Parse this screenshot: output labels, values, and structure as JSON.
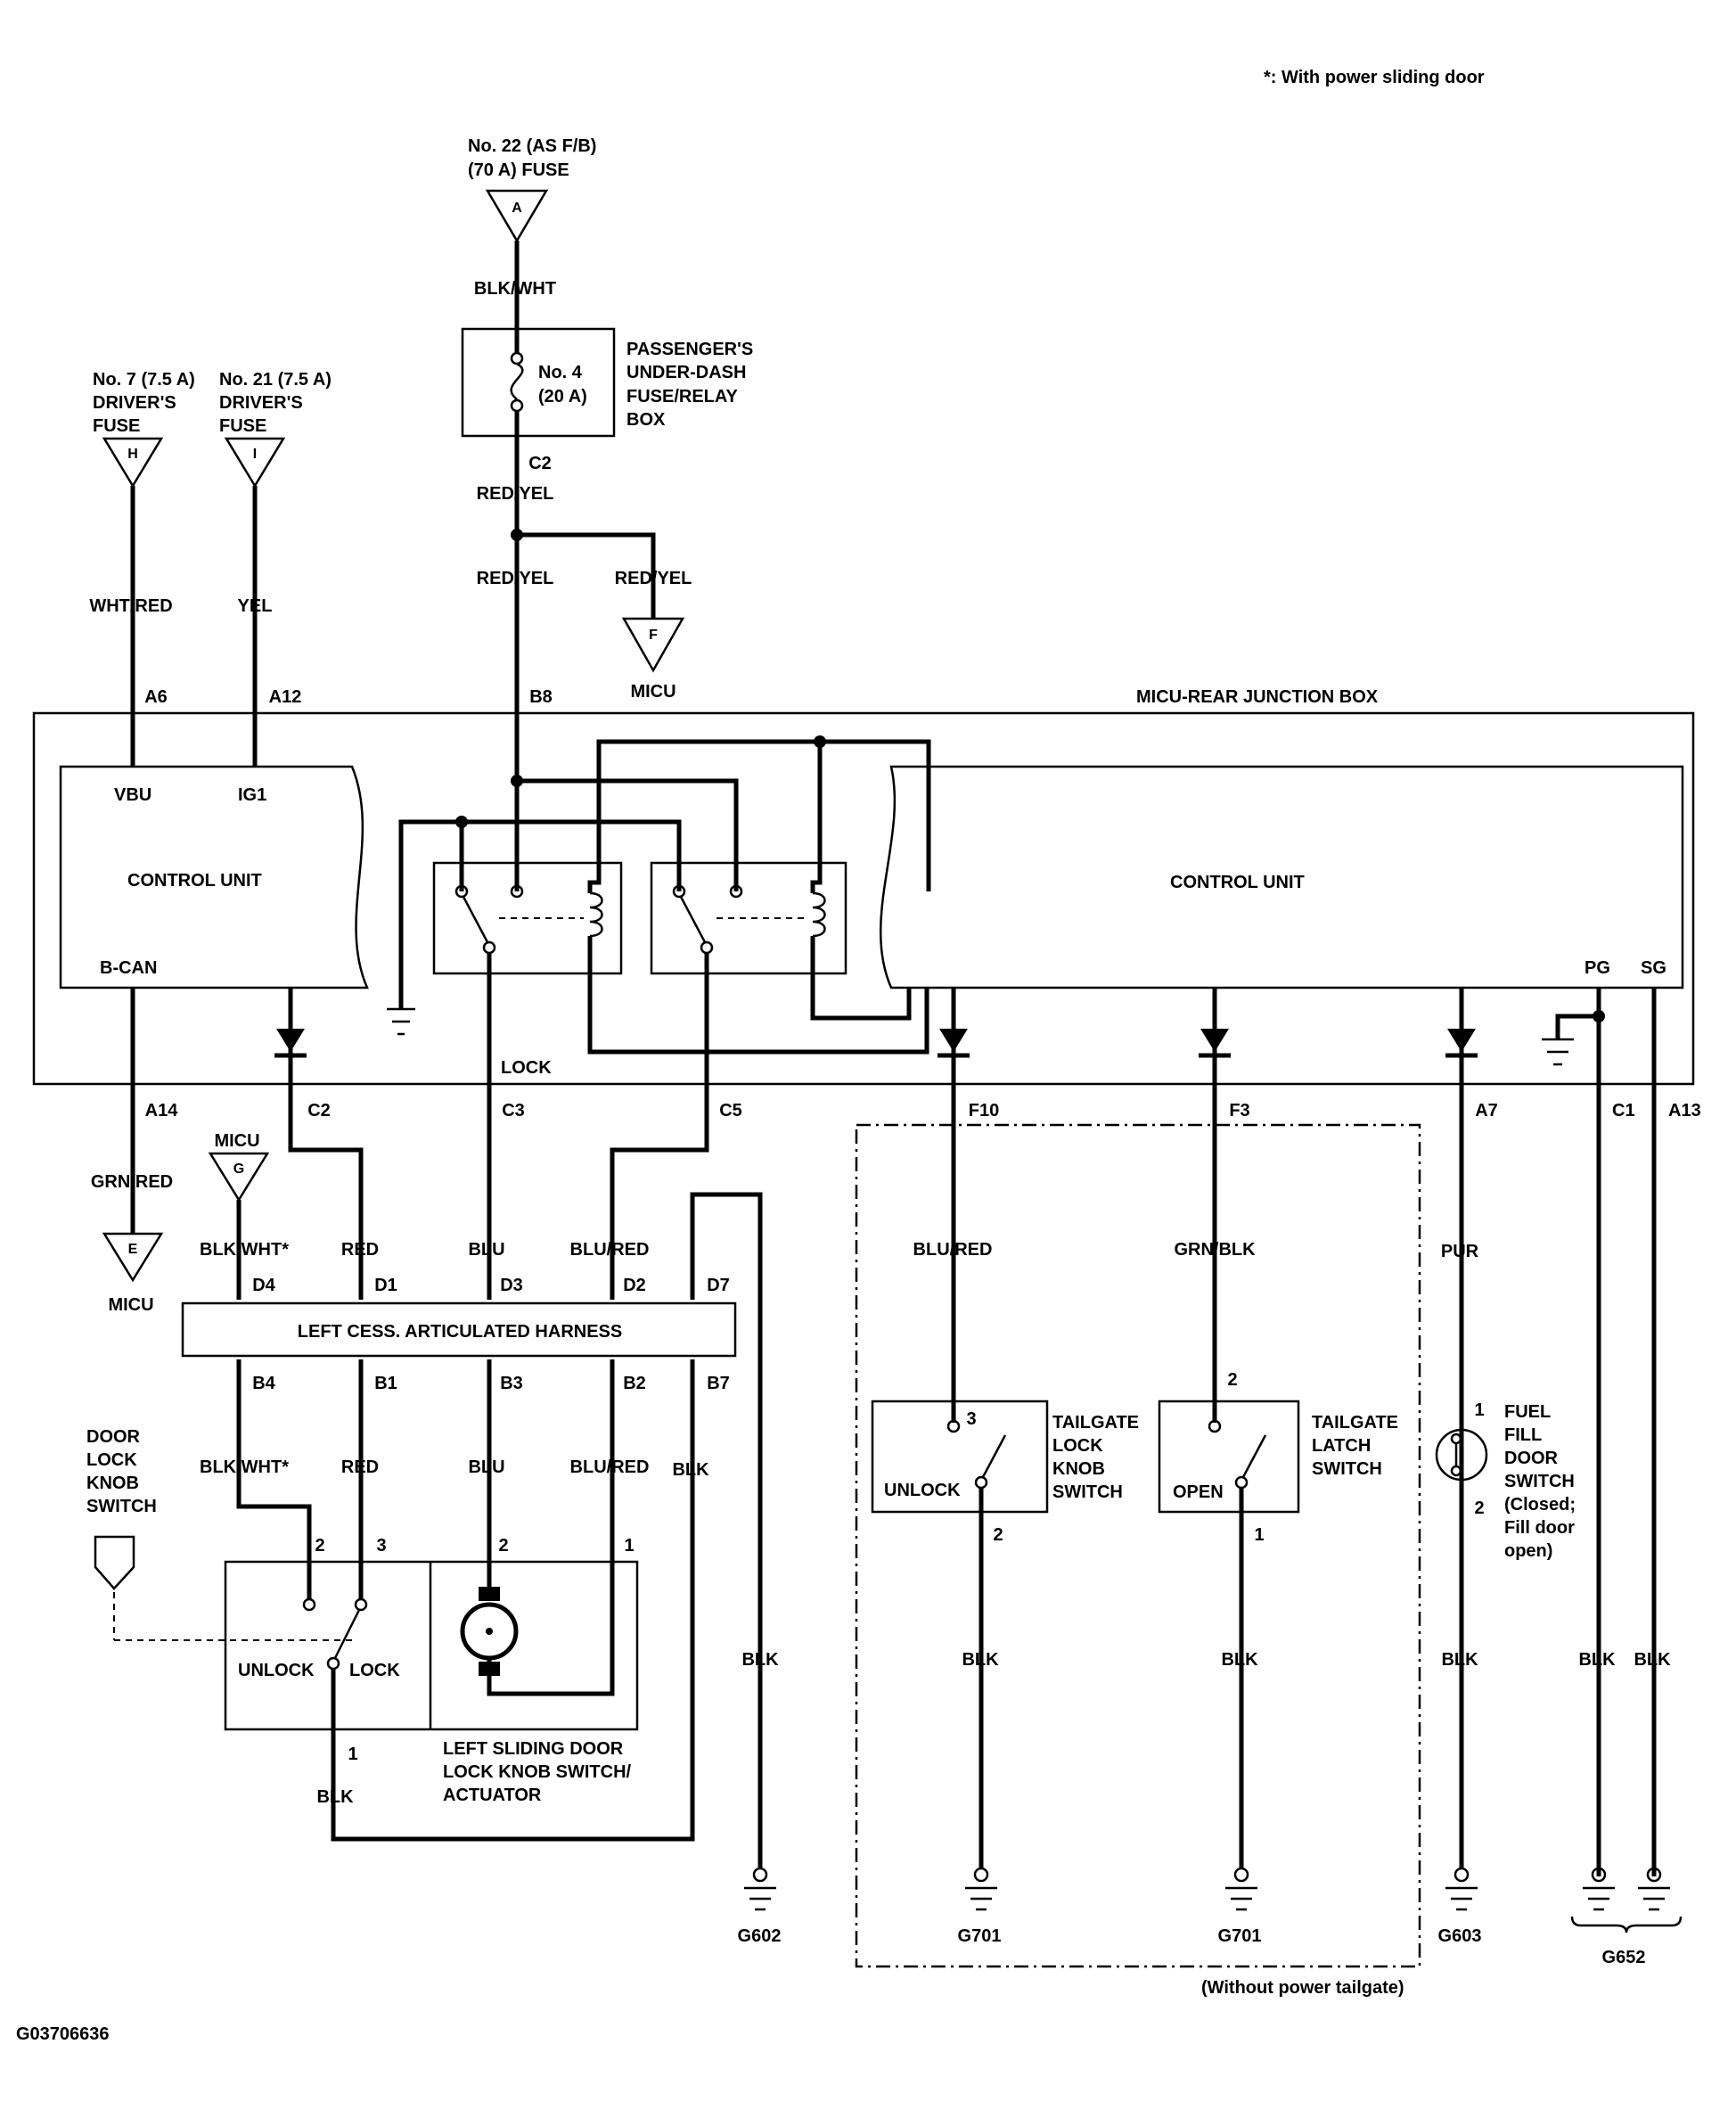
{
  "note": "*: With power sliding door",
  "figure_id": "G03706636",
  "fuse_main": "No. 22 (AS F/B) (70 A) FUSE",
  "fuse_main_l1": "No. 22 (AS F/B)",
  "fuse_main_l2": "(70 A) FUSE",
  "fuse_h_l1": "No. 7 (7.5 A)",
  "fuse_h_l2": "DRIVER'S",
  "fuse_h_l3": "FUSE",
  "fuse_i_l1": "No. 21 (7.5 A)",
  "fuse_i_l2": "DRIVER'S",
  "fuse_i_l3": "FUSE",
  "fuse_box_l1": "PASSENGER'S",
  "fuse_box_l2": "UNDER-DASH",
  "fuse_box_l3": "FUSE/RELAY",
  "fuse_box_l4": "BOX",
  "fuse4_l1": "No. 4",
  "fuse4_l2": "(20 A)",
  "conn": {
    "A": "A",
    "H": "H",
    "I": "I",
    "F": "F",
    "G": "G",
    "E": "E"
  },
  "micu": "MICU",
  "junction_box": "MICU-REAR JUNCTION BOX",
  "control_unit": "CONTROL UNIT",
  "vbu": "VBU",
  "ig1": "IG1",
  "bcan": "B-CAN",
  "pg": "PG",
  "sg": "SG",
  "lock": "LOCK",
  "harness": "LEFT CESS. ARTICULATED HARNESS",
  "wires": {
    "blk_wht": "BLK/WHT",
    "wht_red": "WHT/RED",
    "yel": "YEL",
    "red_yel": "RED/YEL",
    "grn_red": "GRN/RED",
    "blk_wht_star": "BLK/WHT*",
    "red": "RED",
    "blu": "BLU",
    "blu_red": "BLU/RED",
    "blk": "BLK",
    "grn_blk": "GRN/BLK",
    "pur": "PUR"
  },
  "pins": {
    "a6": "A6",
    "a12": "A12",
    "b8": "B8",
    "c2": "C2",
    "a14": "A14",
    "c3": "C3",
    "c5": "C5",
    "f10": "F10",
    "f3": "F3",
    "a7": "A7",
    "c1": "C1",
    "a13": "A13",
    "d4": "D4",
    "d1": "D1",
    "d3": "D3",
    "d2": "D2",
    "d7": "D7",
    "b4": "B4",
    "b1": "B1",
    "b3": "B3",
    "b2": "B2",
    "b7": "B7",
    "n1": "1",
    "n2": "2",
    "n3": "3"
  },
  "door_switch_l1": "DOOR",
  "door_switch_l2": "LOCK",
  "door_switch_l3": "KNOB",
  "door_switch_l4": "SWITCH",
  "unlock": "UNLOCK",
  "lock_sw": "LOCK",
  "open": "OPEN",
  "actuator_l1": "LEFT SLIDING DOOR",
  "actuator_l2": "LOCK KNOB SWITCH/",
  "actuator_l3": "ACTUATOR",
  "tg_lock_l1": "TAILGATE",
  "tg_lock_l2": "LOCK",
  "tg_lock_l3": "KNOB",
  "tg_lock_l4": "SWITCH",
  "tg_latch_l1": "TAILGATE",
  "tg_latch_l2": "LATCH",
  "tg_latch_l3": "SWITCH",
  "fuel_l1": "FUEL",
  "fuel_l2": "FILL",
  "fuel_l3": "DOOR",
  "fuel_l4": "SWITCH",
  "fuel_l5": "(Closed;",
  "fuel_l6": "Fill door",
  "fuel_l7": "open)",
  "grounds": {
    "g602": "G602",
    "g701": "G701",
    "g603": "G603",
    "g652": "G652"
  },
  "without_tailgate": "(Without power tailgate)"
}
